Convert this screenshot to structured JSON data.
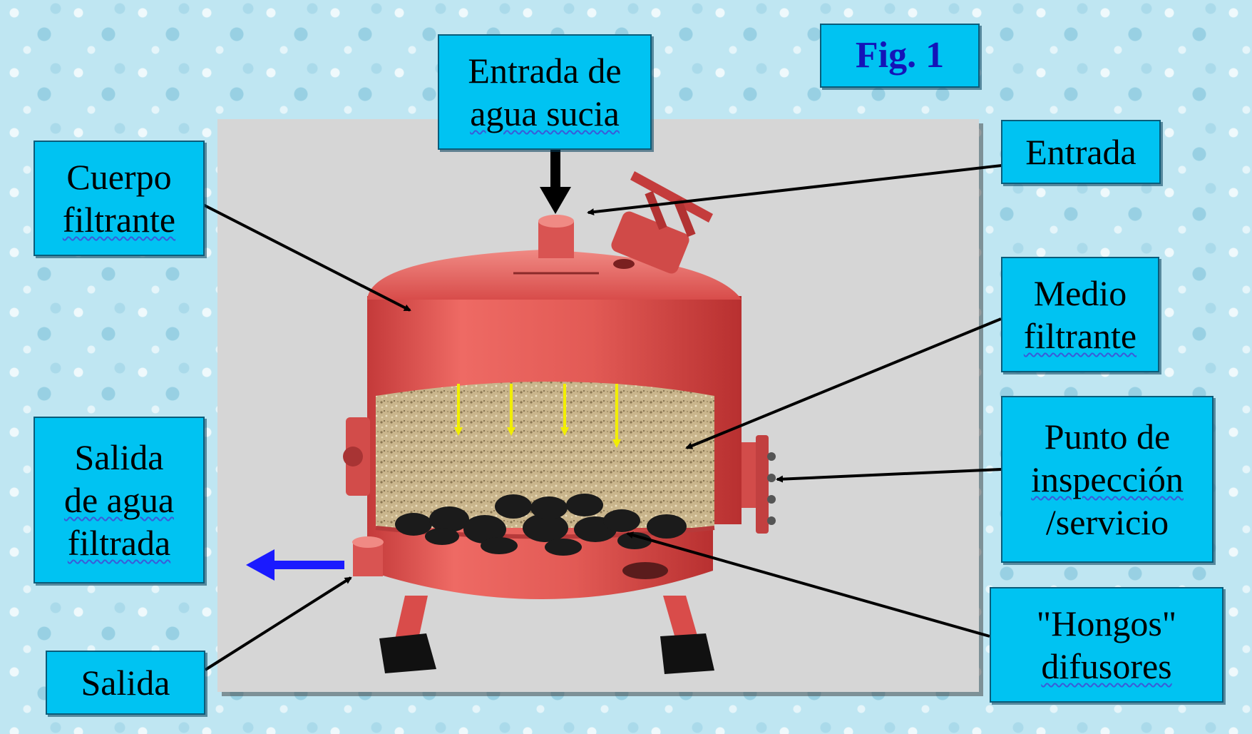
{
  "figure_label": "Fig. 1",
  "labels": {
    "entrada_agua_sucia": [
      "Entrada de",
      "agua sucia"
    ],
    "entrada": [
      "Entrada"
    ],
    "cuerpo_filtrante": [
      "Cuerpo",
      "filtrante"
    ],
    "medio_filtrante": [
      "Medio",
      "filtrante"
    ],
    "salida_agua_filtrada": [
      "Salida",
      "de agua",
      "filtrada"
    ],
    "punto_inspeccion": [
      "Punto de",
      "inspección",
      "/servicio"
    ],
    "hongos_difusores": [
      "\"Hongos\"",
      "difusores"
    ],
    "salida": [
      "Salida"
    ]
  },
  "colors": {
    "label_fill": "#00c3f2",
    "tank_red": "#e05050",
    "sand": "#c8b48a",
    "flow_arrow_yellow": "#f2ee00",
    "outflow_arrow_blue": "#1a1aff",
    "inflow_arrow_black": "#000000"
  }
}
